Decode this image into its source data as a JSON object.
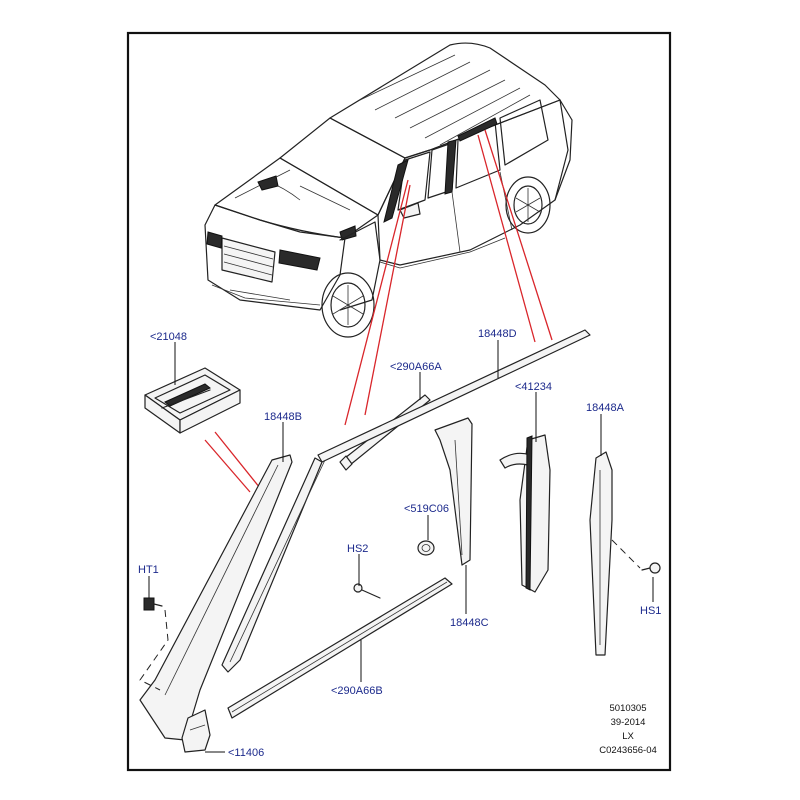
{
  "callouts": {
    "c21048": "<21048",
    "c18448B": "18448B",
    "c290A66A": "<290A66A",
    "c18448D": "18448D",
    "c41234": "<41234",
    "c18448A": "18448A",
    "c519C06": "<519C06",
    "cHS2": "HS2",
    "cHT1": "HT1",
    "c18448C": "18448C",
    "cHS1": "HS1",
    "c290A66B": "<290A66B",
    "c11406": "<11406"
  },
  "reference": {
    "number": "5010305",
    "date": "39-2014",
    "model": "LX",
    "code": "C0243656-04"
  },
  "colors": {
    "callout_text": "#1c2a8c",
    "highlight_lines": "#d9262b",
    "frame": "#111111"
  }
}
